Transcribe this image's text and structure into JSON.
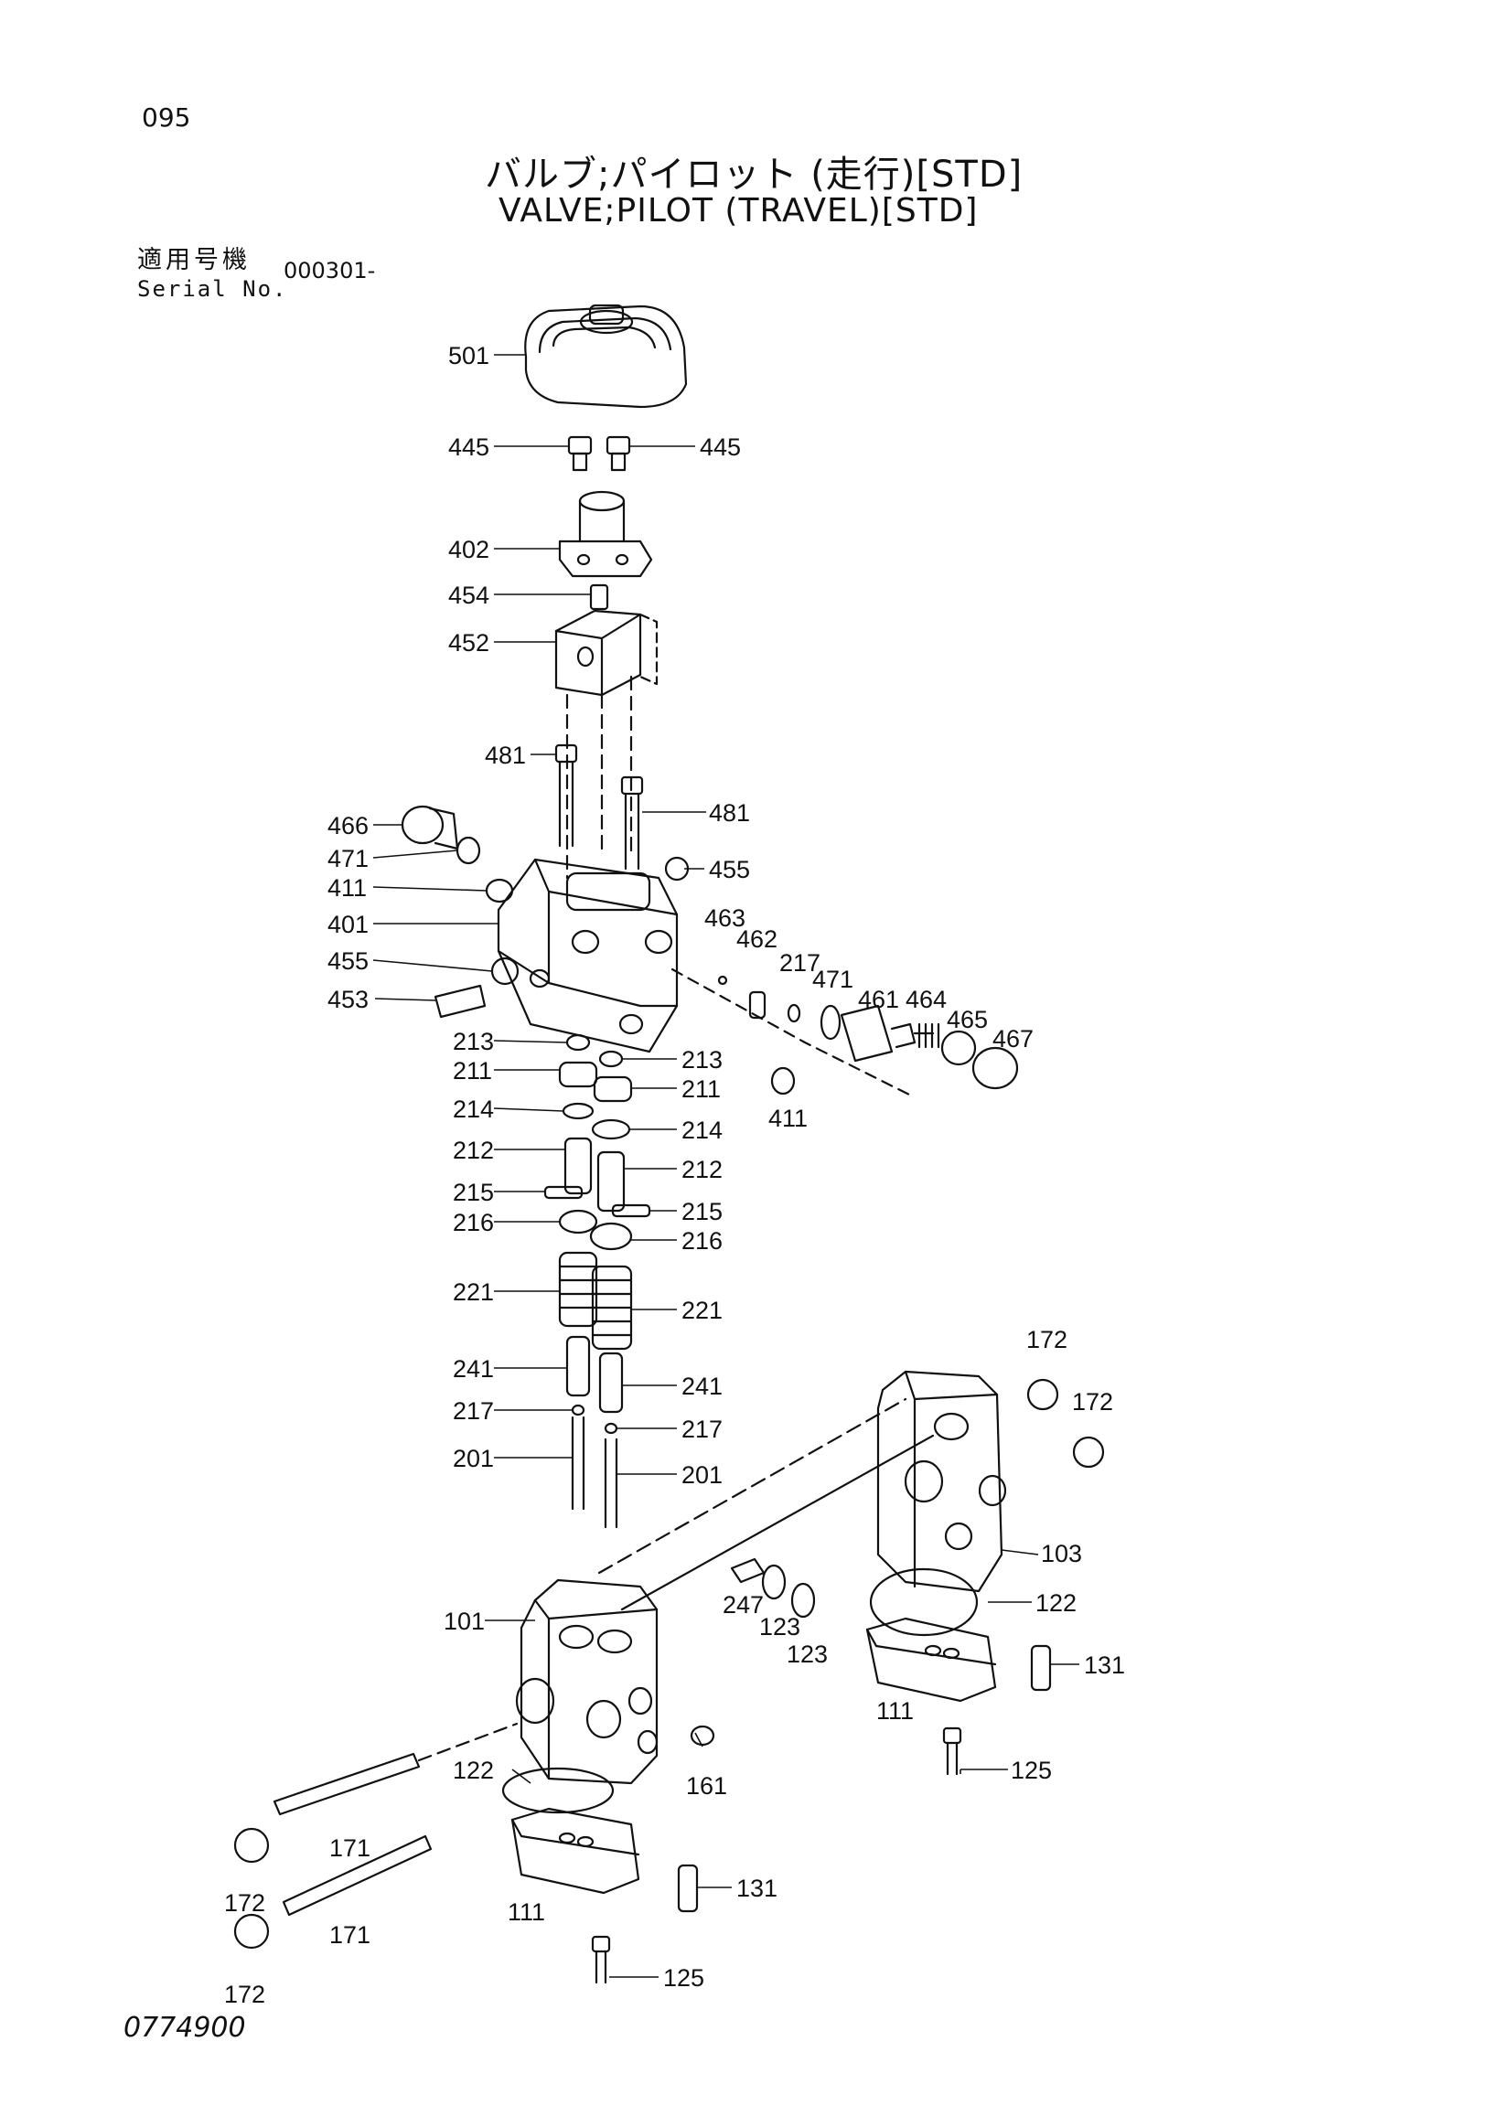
{
  "header": {
    "page_number": "095",
    "title_jp": "バルブ;パイロット (走行)[STD]",
    "title_en": "VALVE;PILOT (TRAVEL)[STD]",
    "serial_label_jp": "適用号機",
    "serial_label_en": "Serial No.",
    "serial_value": "000301-"
  },
  "footer": {
    "drawing_number": "0774900"
  },
  "part_labels": [
    "501",
    "445",
    "445",
    "402",
    "454",
    "452",
    "481",
    "481",
    "466",
    "471",
    "411",
    "455",
    "401",
    "463",
    "462",
    "217",
    "471",
    "461",
    "455",
    "453",
    "213",
    "213",
    "211",
    "211",
    "214",
    "214",
    "212",
    "212",
    "215",
    "215",
    "216",
    "216",
    "221",
    "221",
    "241",
    "241",
    "217",
    "217",
    "201",
    "201",
    "464",
    "465",
    "467",
    "411",
    "172",
    "172",
    "103",
    "122",
    "101",
    "247",
    "123",
    "123",
    "131",
    "111",
    "125",
    "122",
    "161",
    "171",
    "171",
    "172",
    "172",
    "111",
    "131",
    "125"
  ]
}
